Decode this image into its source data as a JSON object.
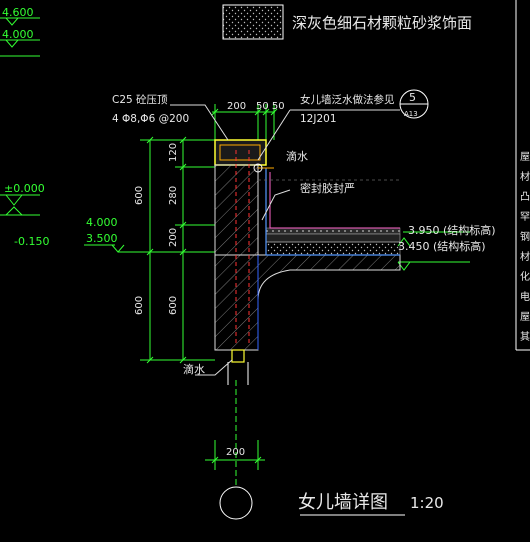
{
  "colors": {
    "background": "#000000",
    "dimension": "#33ff33",
    "text": "#e8e8e8",
    "coping": "#ffff33",
    "waterproof": "#5599ff",
    "rebar": "#ff3333"
  },
  "legend": {
    "label": "深灰色细石材颗粒砂浆饰面"
  },
  "title": {
    "name": "女儿墙详图",
    "scale": "1:20"
  },
  "elevations": {
    "left_top_1": "4.600",
    "left_top_2": "4.000",
    "ground": "±0.000",
    "below": "-0.150",
    "mid_1": "4.000",
    "mid_2": "3.500",
    "right_1": "3.950  (结构标高)",
    "right_2": "3.450  (结构标高)"
  },
  "annotations": {
    "coping_line1": "C25 砼压顶",
    "coping_line2": "4 Φ8,Φ6 @200",
    "waterproof_ref": "女儿墙泛水做法参见",
    "ref_code": "12J201",
    "bubble_no": "5",
    "bubble_sheet": "A13",
    "drip_top": "滴水",
    "seal": "密封胶封严",
    "drip_bottom": "滴水"
  },
  "dimensions": {
    "top_200": "200",
    "top_50_50": "50 50",
    "v_600_upper": "600",
    "v_600_lower": "600",
    "v_120": "120",
    "v_280": "280",
    "v_200": "200",
    "v_600_inner": "600",
    "bottom_200": "200"
  },
  "right_notes": [
    "屋",
    "材",
    "凸",
    "罕",
    "钢",
    "材",
    "化",
    "电",
    "屋",
    "其"
  ]
}
